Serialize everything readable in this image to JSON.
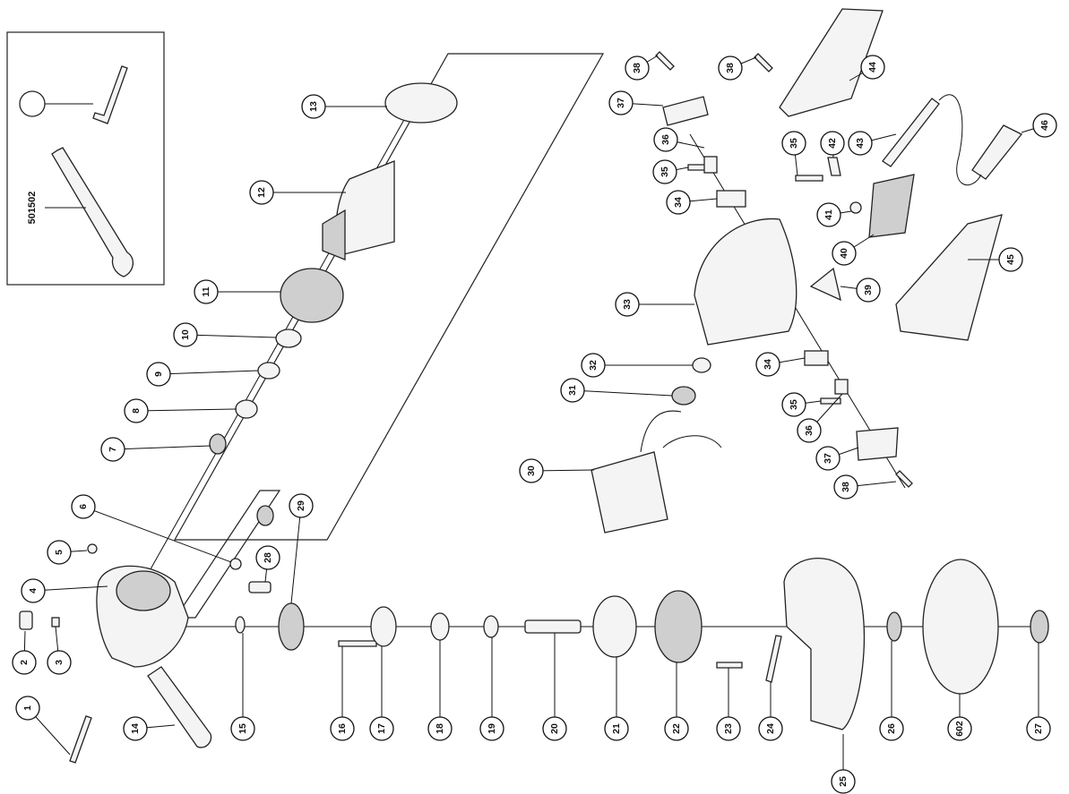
{
  "diagram": {
    "type": "exploded-parts-view",
    "callouts": [
      "1",
      "2",
      "3",
      "4",
      "5",
      "6",
      "7",
      "8",
      "9",
      "10",
      "11",
      "12",
      "13",
      "14",
      "15",
      "16",
      "17",
      "18",
      "19",
      "20",
      "21",
      "22",
      "23",
      "24",
      "25",
      "26",
      "27",
      "28",
      "29",
      "30",
      "31",
      "32",
      "33",
      "34",
      "34",
      "35",
      "35",
      "35",
      "36",
      "36",
      "37",
      "37",
      "38",
      "38",
      "38",
      "38",
      "39",
      "40",
      "41",
      "42",
      "43",
      "44",
      "45",
      "46",
      "602"
    ],
    "accessory_box": {
      "wrench_code": "501502"
    }
  }
}
